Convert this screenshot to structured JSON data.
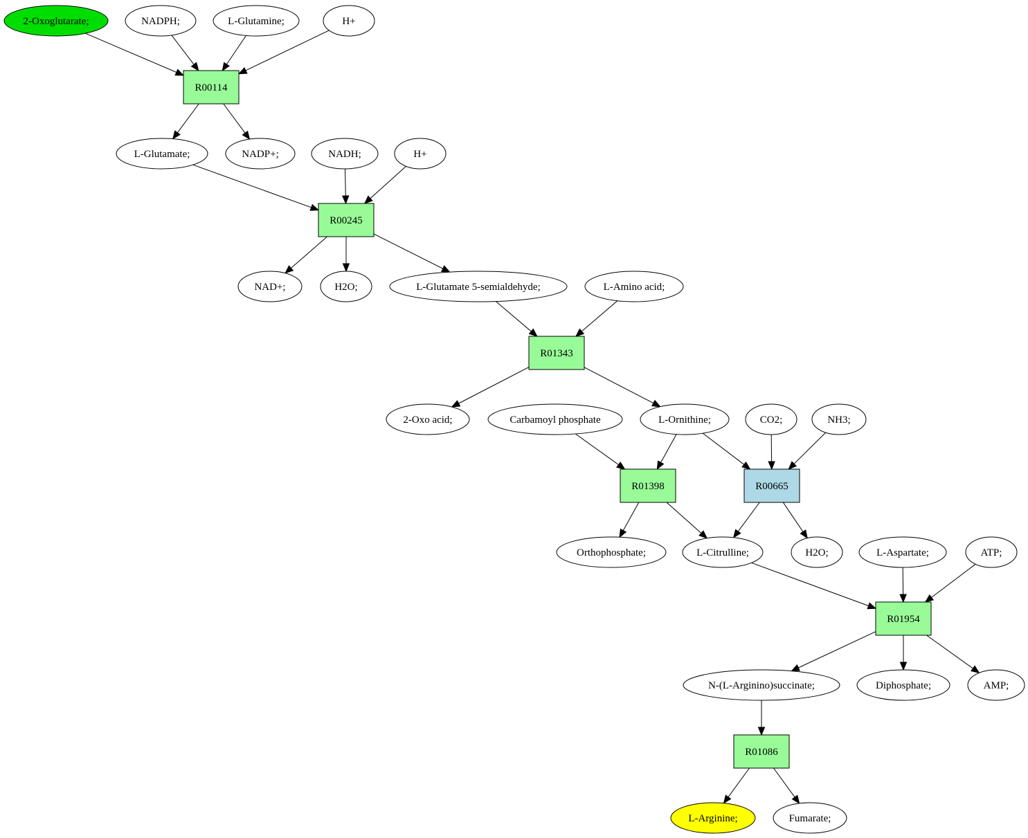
{
  "colors": {
    "compound": "#ffffff",
    "reaction": "#98fb98",
    "reaction_highlight": "#add8e6",
    "source_compound": "#00dd00",
    "target_compound": "#ffff00"
  },
  "nodes": [
    {
      "id": "c_2oxoglutarate",
      "label": "2-Oxoglutarate;",
      "kind": "compound",
      "role": "source"
    },
    {
      "id": "c_nadph",
      "label": "NADPH;",
      "kind": "compound"
    },
    {
      "id": "c_lglutamine",
      "label": "L-Glutamine;",
      "kind": "compound"
    },
    {
      "id": "c_hplus_1",
      "label": "H+",
      "kind": "compound"
    },
    {
      "id": "r_R00114",
      "label": "R00114",
      "kind": "reaction"
    },
    {
      "id": "c_lglutamate",
      "label": "L-Glutamate;",
      "kind": "compound"
    },
    {
      "id": "c_nadpplus",
      "label": "NADP+;",
      "kind": "compound"
    },
    {
      "id": "c_nadh",
      "label": "NADH;",
      "kind": "compound"
    },
    {
      "id": "c_hplus_2",
      "label": "H+",
      "kind": "compound"
    },
    {
      "id": "r_R00245",
      "label": "R00245",
      "kind": "reaction"
    },
    {
      "id": "c_nadplus",
      "label": "NAD+;",
      "kind": "compound"
    },
    {
      "id": "c_h2o_1",
      "label": "H2O;",
      "kind": "compound"
    },
    {
      "id": "c_lglu5sa",
      "label": "L-Glutamate 5-semialdehyde;",
      "kind": "compound"
    },
    {
      "id": "c_laminoacid",
      "label": "L-Amino acid;",
      "kind": "compound"
    },
    {
      "id": "r_R01343",
      "label": "R01343",
      "kind": "reaction"
    },
    {
      "id": "c_2oxoacid",
      "label": "2-Oxo acid;",
      "kind": "compound"
    },
    {
      "id": "c_carbamoylp",
      "label": "Carbamoyl phosphate",
      "kind": "compound"
    },
    {
      "id": "c_lornithine",
      "label": "L-Ornithine;",
      "kind": "compound"
    },
    {
      "id": "c_co2",
      "label": "CO2;",
      "kind": "compound"
    },
    {
      "id": "c_nh3",
      "label": "NH3;",
      "kind": "compound"
    },
    {
      "id": "r_R01398",
      "label": "R01398",
      "kind": "reaction"
    },
    {
      "id": "r_R00665",
      "label": "R00665",
      "kind": "reaction",
      "highlight": true
    },
    {
      "id": "c_orthophosphate",
      "label": "Orthophosphate;",
      "kind": "compound"
    },
    {
      "id": "c_lcitrulline",
      "label": "L-Citrulline;",
      "kind": "compound"
    },
    {
      "id": "c_h2o_2",
      "label": "H2O;",
      "kind": "compound"
    },
    {
      "id": "c_laspartate",
      "label": "L-Aspartate;",
      "kind": "compound"
    },
    {
      "id": "c_atp",
      "label": "ATP;",
      "kind": "compound"
    },
    {
      "id": "r_R01954",
      "label": "R01954",
      "kind": "reaction"
    },
    {
      "id": "c_arginosuccinate",
      "label": "N-(L-Arginino)succinate;",
      "kind": "compound"
    },
    {
      "id": "c_diphosphate",
      "label": "Diphosphate;",
      "kind": "compound"
    },
    {
      "id": "c_amp",
      "label": "AMP;",
      "kind": "compound"
    },
    {
      "id": "r_R01086",
      "label": "R01086",
      "kind": "reaction"
    },
    {
      "id": "c_larginine",
      "label": "L-Arginine;",
      "kind": "compound",
      "role": "target"
    },
    {
      "id": "c_fumarate",
      "label": "Fumarate;",
      "kind": "compound"
    }
  ],
  "edges": [
    {
      "from": "c_2oxoglutarate",
      "to": "r_R00114"
    },
    {
      "from": "c_nadph",
      "to": "r_R00114"
    },
    {
      "from": "c_lglutamine",
      "to": "r_R00114"
    },
    {
      "from": "c_hplus_1",
      "to": "r_R00114"
    },
    {
      "from": "r_R00114",
      "to": "c_lglutamate"
    },
    {
      "from": "r_R00114",
      "to": "c_nadpplus"
    },
    {
      "from": "c_lglutamate",
      "to": "r_R00245"
    },
    {
      "from": "c_nadh",
      "to": "r_R00245"
    },
    {
      "from": "c_hplus_2",
      "to": "r_R00245"
    },
    {
      "from": "r_R00245",
      "to": "c_nadplus"
    },
    {
      "from": "r_R00245",
      "to": "c_h2o_1"
    },
    {
      "from": "r_R00245",
      "to": "c_lglu5sa"
    },
    {
      "from": "c_lglu5sa",
      "to": "r_R01343"
    },
    {
      "from": "c_laminoacid",
      "to": "r_R01343"
    },
    {
      "from": "r_R01343",
      "to": "c_2oxoacid"
    },
    {
      "from": "r_R01343",
      "to": "c_lornithine"
    },
    {
      "from": "c_carbamoylp",
      "to": "r_R01398"
    },
    {
      "from": "c_lornithine",
      "to": "r_R01398"
    },
    {
      "from": "c_lornithine",
      "to": "r_R00665"
    },
    {
      "from": "c_co2",
      "to": "r_R00665"
    },
    {
      "from": "c_nh3",
      "to": "r_R00665"
    },
    {
      "from": "r_R01398",
      "to": "c_orthophosphate"
    },
    {
      "from": "r_R01398",
      "to": "c_lcitrulline"
    },
    {
      "from": "r_R00665",
      "to": "c_lcitrulline"
    },
    {
      "from": "r_R00665",
      "to": "c_h2o_2"
    },
    {
      "from": "c_lcitrulline",
      "to": "r_R01954"
    },
    {
      "from": "c_laspartate",
      "to": "r_R01954"
    },
    {
      "from": "c_atp",
      "to": "r_R01954"
    },
    {
      "from": "r_R01954",
      "to": "c_arginosuccinate"
    },
    {
      "from": "r_R01954",
      "to": "c_diphosphate"
    },
    {
      "from": "r_R01954",
      "to": "c_amp"
    },
    {
      "from": "c_arginosuccinate",
      "to": "r_R01086"
    },
    {
      "from": "r_R01086",
      "to": "c_larginine"
    },
    {
      "from": "r_R01086",
      "to": "c_fumarate"
    }
  ]
}
